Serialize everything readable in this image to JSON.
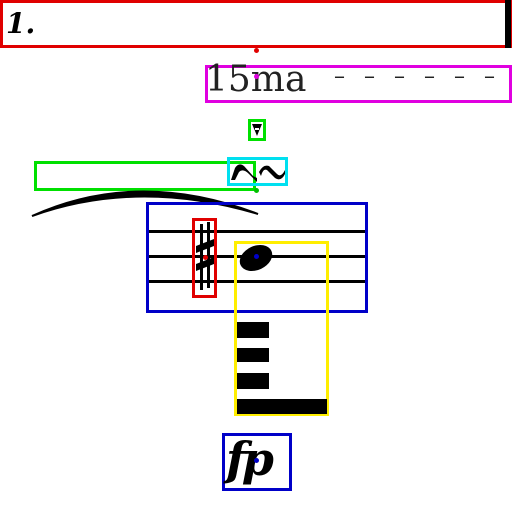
{
  "score": {
    "fingering": {
      "text": "1."
    },
    "ottava": {
      "text": "15ma",
      "dash_text": "– – – – – –"
    },
    "dynamic": {
      "text": "fp"
    }
  },
  "colors": {
    "red": "#e00000",
    "magenta": "#e000e0",
    "green": "#00e000",
    "cyan": "#00e0f0",
    "blue": "#0000c8",
    "yellow": "#ffee00",
    "ink": "#000000"
  }
}
